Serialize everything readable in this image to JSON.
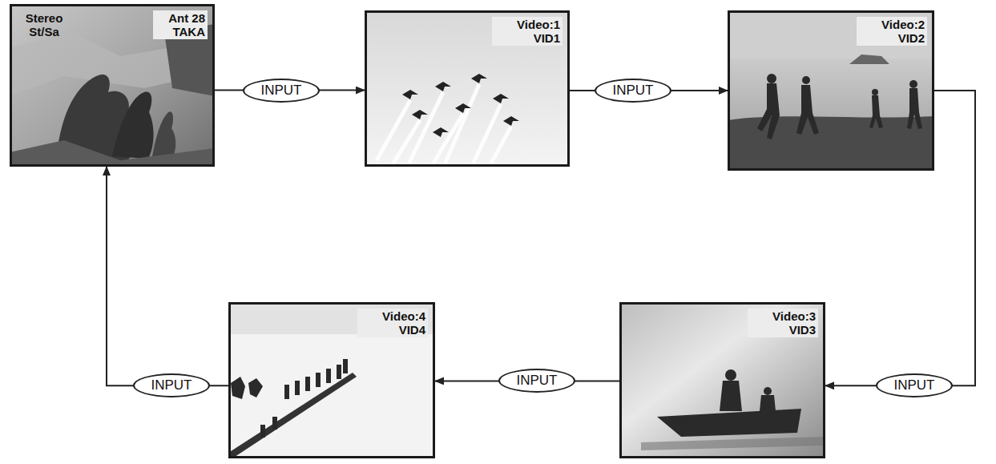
{
  "diagram": {
    "nodes": [
      {
        "text": [
          "Stereo St/Sa",
          "Ant 28 TAKA"
        ]
      },
      {
        "text": [
          "Video:1 VID1"
        ]
      },
      {
        "text": [
          "Video:2 VID2"
        ]
      },
      {
        "text": [
          "Video:3 VID3"
        ]
      },
      {
        "text": [
          "Video:4 VID4"
        ]
      }
    ],
    "edges": [
      {
        "from": 0,
        "to": 1,
        "label": "INPUT",
        "arrow": "to"
      },
      {
        "from": 1,
        "to": 2,
        "label": "INPUT",
        "arrow": "to"
      },
      {
        "from": 2,
        "to": 3,
        "label": "INPUT",
        "arrow": "to"
      },
      {
        "from": 3,
        "to": 4,
        "label": "INPUT",
        "arrow": "to"
      },
      {
        "from": 4,
        "to": 0,
        "label": "INPUT",
        "arrow": "to"
      }
    ]
  }
}
